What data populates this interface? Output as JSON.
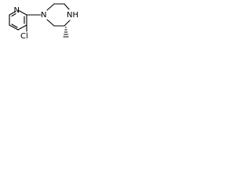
{
  "molecule": {
    "atoms": {
      "pyridine_n": "N",
      "chlorine": "Cl",
      "piperazine_n_aryl": "N",
      "piperazine_nh": "NH"
    },
    "stereo_bond": "hashed-wedge",
    "colors": {
      "bond": "#000000",
      "label": "#000000",
      "background": "#ffffff"
    }
  }
}
